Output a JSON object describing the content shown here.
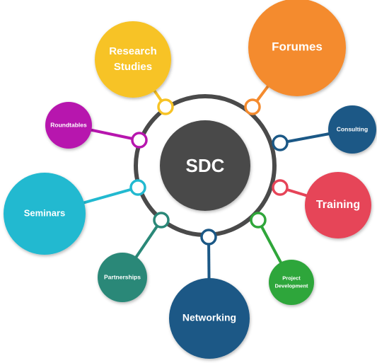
{
  "center": {
    "label": "SDC",
    "color": "#4a4a4a"
  },
  "ring_color": "#4a4a4a",
  "nodes": [
    {
      "id": "research-studies",
      "lines": [
        "Research",
        "Studies"
      ],
      "color": "#f7c325"
    },
    {
      "id": "forumes",
      "lines": [
        "Forumes"
      ],
      "color": "#f48b2f"
    },
    {
      "id": "roundtables",
      "lines": [
        "Roundtables"
      ],
      "color": "#b716ae"
    },
    {
      "id": "consulting",
      "lines": [
        "Consulting"
      ],
      "color": "#1b5886"
    },
    {
      "id": "seminars",
      "lines": [
        "Seminars"
      ],
      "color": "#22b9d0"
    },
    {
      "id": "training",
      "lines": [
        "Training"
      ],
      "color": "#e64458"
    },
    {
      "id": "partnerships",
      "lines": [
        "Partnerships"
      ],
      "color": "#2a8878"
    },
    {
      "id": "project-development",
      "lines": [
        "Project",
        "Development"
      ],
      "color": "#2fa63a"
    },
    {
      "id": "networking",
      "lines": [
        "Networking"
      ],
      "color": "#1b5886"
    }
  ]
}
